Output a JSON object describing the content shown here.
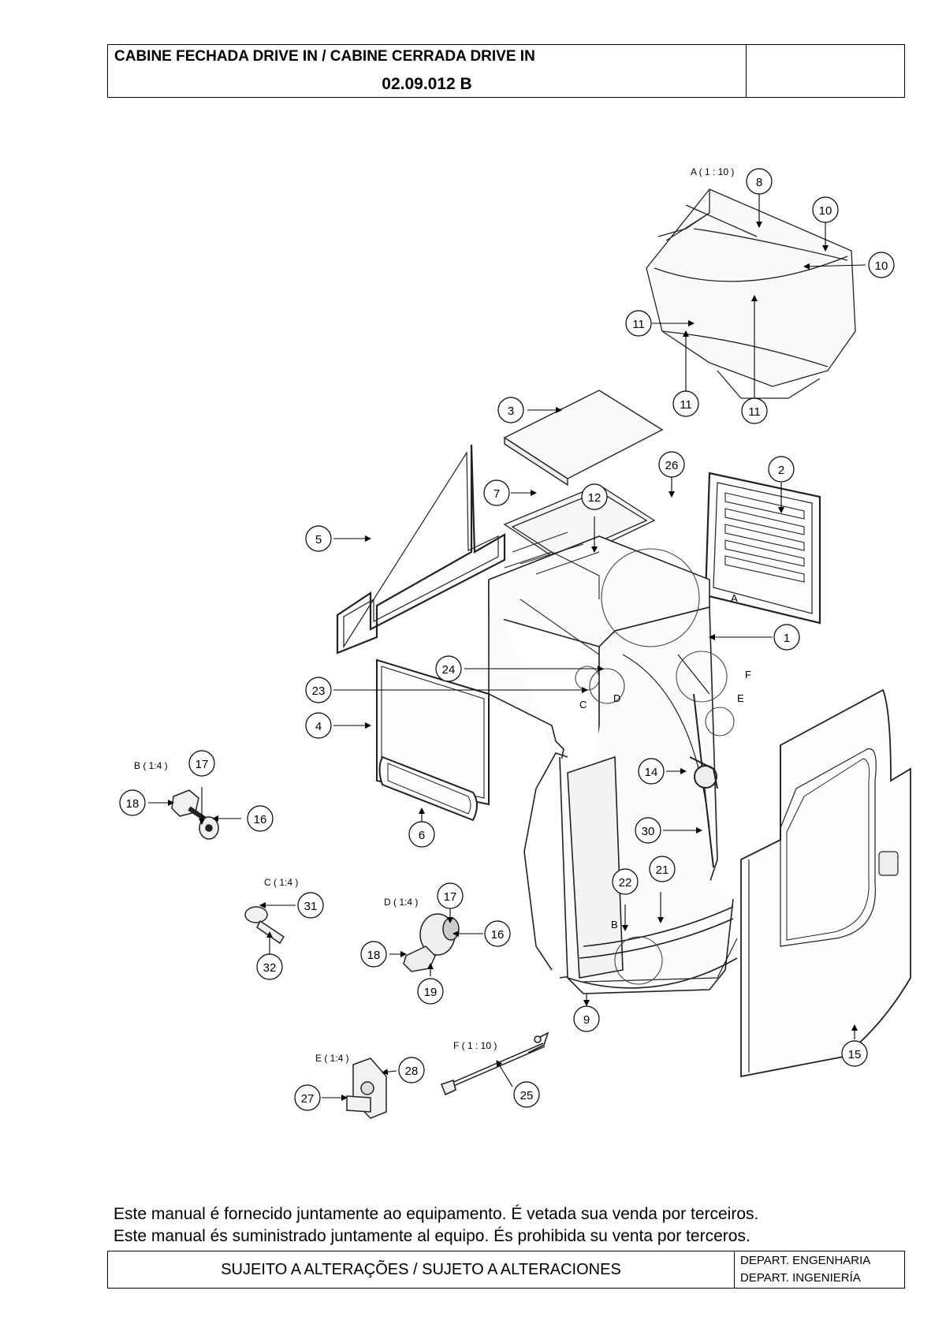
{
  "header": {
    "title": "CABINE FECHADA  DRIVE IN / CABINE CERRADA  DRIVE IN",
    "code": "02.09.012 B"
  },
  "views": {
    "a": "A ( 1 : 10 )",
    "b": "B ( 1:4 )",
    "c": "C ( 1:4 )",
    "d": "D ( 1:4 )",
    "e": "E ( 1:4 )",
    "f": "F ( 1 : 10 )"
  },
  "detail_letters": [
    "A",
    "B",
    "C",
    "D",
    "E",
    "F"
  ],
  "balloons": [
    "8",
    "10",
    "10",
    "11",
    "11",
    "11",
    "3",
    "26",
    "2",
    "7",
    "12",
    "5",
    "1",
    "24",
    "23",
    "4",
    "14",
    "30",
    "22",
    "21",
    "9",
    "15",
    "17",
    "18",
    "16",
    "6",
    "31",
    "32",
    "17",
    "16",
    "18",
    "19",
    "28",
    "27",
    "25"
  ],
  "footer": {
    "line1": "Este  manual  é  fornecido  juntamente  ao  equipamento.  É vetada  sua  venda  por  terceiros.",
    "line2": "Este   manual   és  suministrado  juntamente   al   equipo.  És prohibida su venta  por  terceros.",
    "notice": "SUJEITO A ALTERAÇÕES / SUJETO A ALTERACIONES",
    "dept_pt": "DEPART.  ENGENHARIA",
    "dept_es": "DEPART.  INGENIERÍA"
  }
}
